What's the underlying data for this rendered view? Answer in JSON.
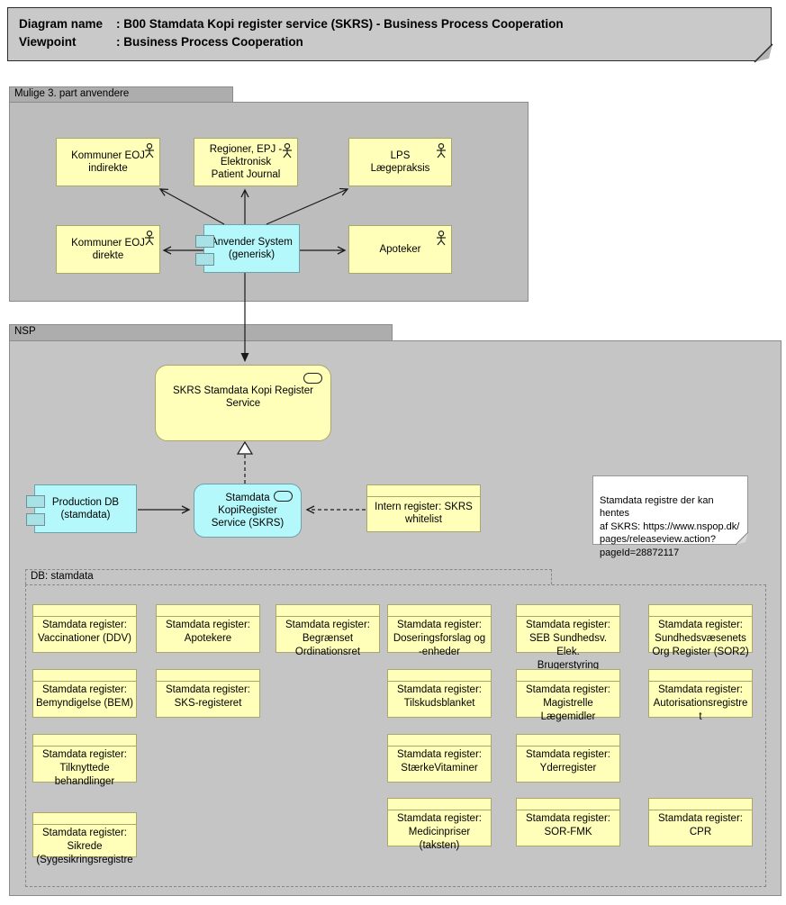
{
  "title": {
    "line1_label": "Diagram name",
    "line1_value": ": B00 Stamdata Kopi register service (SKRS) - Business Process Cooperation",
    "line2_label": "Viewpoint",
    "line2_value": ": Business Process Cooperation"
  },
  "groups": {
    "mulige": {
      "label": "Mulige 3. part anvendere"
    },
    "nsp": {
      "label": "NSP"
    },
    "db_stamdata": {
      "label": "DB: stamdata"
    }
  },
  "actors": {
    "kommuner_indirekte": {
      "label": "Kommuner EOJ\nindirekte"
    },
    "regioner": {
      "label": "Regioner, EPJ -\nElektronisk\nPatient Journal"
    },
    "lps": {
      "label": "LPS\nLægepraksis"
    },
    "kommuner_direkte": {
      "label": "Kommuner EOJ\ndirekte"
    },
    "apoteker": {
      "label": "Apoteker"
    }
  },
  "applications": {
    "anvender_system": {
      "label": "Anvender System\n(generisk)"
    },
    "production_db": {
      "label": "Production DB\n(stamdata)"
    },
    "skrs_app": {
      "label": "Stamdata\nKopiRegister\nService (SKRS)"
    }
  },
  "services": {
    "skrs_service": {
      "label": "SKRS Stamdata Kopi Register\nService"
    }
  },
  "business_objects": {
    "whitelist": {
      "label": "Intern register: SKRS\nwhitelist"
    }
  },
  "note": {
    "text": "Stamdata registre der kan hentes\naf SKRS: https://www.nspop.dk/\npages/releaseview.action?\npageId=28872117"
  },
  "registers": [
    {
      "col": 1,
      "row": 1,
      "label": "Stamdata register:\nVaccinationer (DDV)"
    },
    {
      "col": 2,
      "row": 1,
      "label": "Stamdata register:\nApotekere"
    },
    {
      "col": 3,
      "row": 1,
      "label": "Stamdata register:\nBegrænset\nOrdinationsret"
    },
    {
      "col": 4,
      "row": 1,
      "label": "Stamdata register:\nDoseringsforslag og\n-enheder"
    },
    {
      "col": 5,
      "row": 1,
      "label": "Stamdata register:\nSEB Sundhedsv. Elek.\nBrugerstyring"
    },
    {
      "col": 6,
      "row": 1,
      "label": "Stamdata register:\nSundhedsvæsenets\nOrg Register (SOR2)"
    },
    {
      "col": 1,
      "row": 2,
      "label": "Stamdata register:\nBemyndigelse (BEM)"
    },
    {
      "col": 2,
      "row": 2,
      "label": "Stamdata register:\nSKS-registeret"
    },
    {
      "col": 4,
      "row": 2,
      "label": "Stamdata register:\nTilskudsblanket"
    },
    {
      "col": 5,
      "row": 2,
      "label": "Stamdata register:\nMagistrelle\nLægemidler"
    },
    {
      "col": 6,
      "row": 2,
      "label": "Stamdata register:\nAutorisationsregistre\nt"
    },
    {
      "col": 1,
      "row": 3,
      "label": "Stamdata register:\nTilknyttede\nbehandlinger"
    },
    {
      "col": 4,
      "row": 3,
      "label": "Stamdata register:\nStærkeVitaminer"
    },
    {
      "col": 5,
      "row": 3,
      "label": "Stamdata register:\nYderregister"
    },
    {
      "col": 1,
      "row": 4,
      "label": "Stamdata register:\nSikrede\n(Sygesikringsregistre"
    },
    {
      "col": 4,
      "row": 4,
      "label": "Stamdata register:\nMedicinpriser\n(taksten)"
    },
    {
      "col": 5,
      "row": 4,
      "label": "Stamdata register:\nSOR-FMK"
    },
    {
      "col": 6,
      "row": 4,
      "label": "Stamdata register:\nCPR"
    }
  ],
  "icons": {
    "actor_icon": "stick-figure-person",
    "service_icon": "rounded-rectangle",
    "component_icon": "two-tab-rectangles",
    "note_icon": "folded-corner"
  },
  "colors": {
    "element_yellow": "#FFFFB9",
    "element_cyan": "#B5F8FB",
    "group_gray": "#BDBDBD",
    "nsp_gray": "#C5C5C5",
    "tab_gray": "#ADADAD",
    "title_gray": "#C9C9C9",
    "note_white": "#FFFFFF",
    "border_yellow": "#A8A86A",
    "border_cyan": "#6BA3AB",
    "line_black": "#1A1A1A"
  }
}
